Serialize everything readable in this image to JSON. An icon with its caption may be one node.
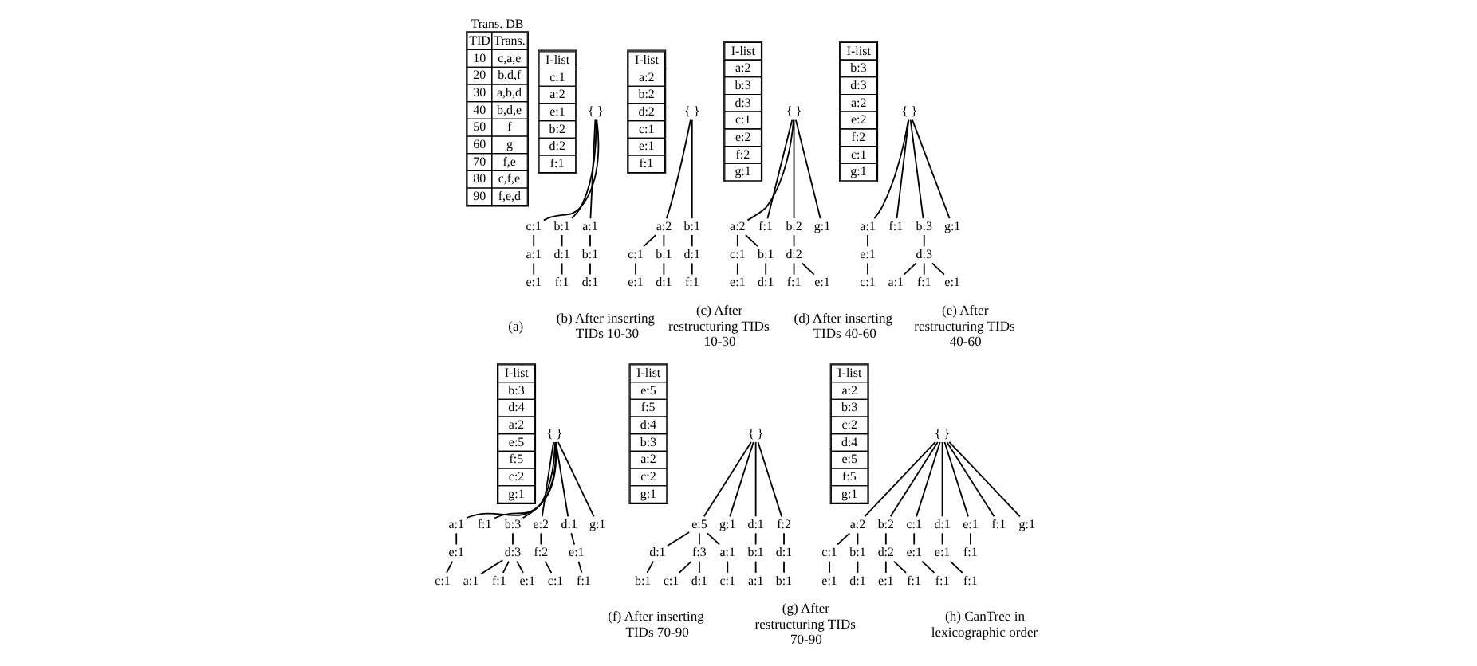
{
  "diagram": {
    "nodes": [
      {
        "text": [
          "{ }"
        ]
      },
      {
        "text": [
          "c:1"
        ]
      },
      {
        "text": [
          "b:1"
        ]
      },
      {
        "text": [
          "a:1"
        ]
      },
      {
        "text": [
          "a:1"
        ]
      },
      {
        "text": [
          "d:1"
        ]
      },
      {
        "text": [
          "b:1"
        ]
      },
      {
        "text": [
          "e:1"
        ]
      },
      {
        "text": [
          "f:1"
        ]
      },
      {
        "text": [
          "d:1"
        ]
      },
      {
        "text": [
          "{ }"
        ]
      },
      {
        "text": [
          "a:2"
        ]
      },
      {
        "text": [
          "b:1"
        ]
      },
      {
        "text": [
          "c:1"
        ]
      },
      {
        "text": [
          "b:1"
        ]
      },
      {
        "text": [
          "d:1"
        ]
      },
      {
        "text": [
          "e:1"
        ]
      },
      {
        "text": [
          "d:1"
        ]
      },
      {
        "text": [
          "f:1"
        ]
      },
      {
        "text": [
          "{ }"
        ]
      },
      {
        "text": [
          "a:2"
        ]
      },
      {
        "text": [
          "f:1"
        ]
      },
      {
        "text": [
          "b:2"
        ]
      },
      {
        "text": [
          "g:1"
        ]
      },
      {
        "text": [
          "c:1"
        ]
      },
      {
        "text": [
          "b:1"
        ]
      },
      {
        "text": [
          "d:2"
        ]
      },
      {
        "text": [
          "e:1"
        ]
      },
      {
        "text": [
          "d:1"
        ]
      },
      {
        "text": [
          "f:1"
        ]
      },
      {
        "text": [
          "e:1"
        ]
      },
      {
        "text": [
          "{ }"
        ]
      },
      {
        "text": [
          "a:1"
        ]
      },
      {
        "text": [
          "f:1"
        ]
      },
      {
        "text": [
          "b:3"
        ]
      },
      {
        "text": [
          "g:1"
        ]
      },
      {
        "text": [
          "e:1"
        ]
      },
      {
        "text": [
          "d:3"
        ]
      },
      {
        "text": [
          "c:1"
        ]
      },
      {
        "text": [
          "a:1"
        ]
      },
      {
        "text": [
          "f:1"
        ]
      },
      {
        "text": [
          "e:1"
        ]
      },
      {
        "text": [
          "{ }"
        ]
      },
      {
        "text": [
          "a:1"
        ]
      },
      {
        "text": [
          "f:1"
        ]
      },
      {
        "text": [
          "b:3"
        ]
      },
      {
        "text": [
          "e:2"
        ]
      },
      {
        "text": [
          "d:1"
        ]
      },
      {
        "text": [
          "g:1"
        ]
      },
      {
        "text": [
          "e:1"
        ]
      },
      {
        "text": [
          "d:3"
        ]
      },
      {
        "text": [
          "f:2"
        ]
      },
      {
        "text": [
          "e:1"
        ]
      },
      {
        "text": [
          "c:1"
        ]
      },
      {
        "text": [
          "a:1"
        ]
      },
      {
        "text": [
          "f:1"
        ]
      },
      {
        "text": [
          "e:1"
        ]
      },
      {
        "text": [
          "c:1"
        ]
      },
      {
        "text": [
          "f:1"
        ]
      },
      {
        "text": [
          "{ }"
        ]
      },
      {
        "text": [
          "e:5"
        ]
      },
      {
        "text": [
          "g:1"
        ]
      },
      {
        "text": [
          "d:1"
        ]
      },
      {
        "text": [
          "f:2"
        ]
      },
      {
        "text": [
          "d:1"
        ]
      },
      {
        "text": [
          "f:3"
        ]
      },
      {
        "text": [
          "a:1"
        ]
      },
      {
        "text": [
          "b:1"
        ]
      },
      {
        "text": [
          "d:1"
        ]
      },
      {
        "text": [
          "b:1"
        ]
      },
      {
        "text": [
          "c:1"
        ]
      },
      {
        "text": [
          "d:1"
        ]
      },
      {
        "text": [
          "c:1"
        ]
      },
      {
        "text": [
          "a:1"
        ]
      },
      {
        "text": [
          "b:1"
        ]
      },
      {
        "text": [
          "{ }"
        ]
      },
      {
        "text": [
          "a:2"
        ]
      },
      {
        "text": [
          "b:2"
        ]
      },
      {
        "text": [
          "c:1"
        ]
      },
      {
        "text": [
          "d:1"
        ]
      },
      {
        "text": [
          "e:1"
        ]
      },
      {
        "text": [
          "f:1"
        ]
      },
      {
        "text": [
          "g:1"
        ]
      },
      {
        "text": [
          "c:1"
        ]
      },
      {
        "text": [
          "b:1"
        ]
      },
      {
        "text": [
          "d:2"
        ]
      },
      {
        "text": [
          "e:1"
        ]
      },
      {
        "text": [
          "e:1"
        ]
      },
      {
        "text": [
          "f:1"
        ]
      },
      {
        "text": [
          "e:1"
        ]
      },
      {
        "text": [
          "d:1"
        ]
      },
      {
        "text": [
          "e:1"
        ]
      },
      {
        "text": [
          "f:1"
        ]
      },
      {
        "text": [
          "f:1"
        ]
      },
      {
        "text": [
          "f:1"
        ]
      }
    ],
    "edges": [
      {
        "from": 0,
        "to": 1,
        "arrow": "none"
      },
      {
        "from": 0,
        "to": 2,
        "arrow": "none"
      },
      {
        "from": 0,
        "to": 3,
        "arrow": "none"
      },
      {
        "from": 1,
        "to": 4,
        "arrow": "none"
      },
      {
        "from": 2,
        "to": 5,
        "arrow": "none"
      },
      {
        "from": 3,
        "to": 6,
        "arrow": "none"
      },
      {
        "from": 4,
        "to": 7,
        "arrow": "none"
      },
      {
        "from": 5,
        "to": 8,
        "arrow": "none"
      },
      {
        "from": 6,
        "to": 9,
        "arrow": "none"
      },
      {
        "from": 10,
        "to": 11,
        "arrow": "none"
      },
      {
        "from": 10,
        "to": 12,
        "arrow": "none"
      },
      {
        "from": 11,
        "to": 13,
        "arrow": "none"
      },
      {
        "from": 11,
        "to": 14,
        "arrow": "none"
      },
      {
        "from": 12,
        "to": 15,
        "arrow": "none"
      },
      {
        "from": 13,
        "to": 16,
        "arrow": "none"
      },
      {
        "from": 14,
        "to": 17,
        "arrow": "none"
      },
      {
        "from": 15,
        "to": 18,
        "arrow": "none"
      },
      {
        "from": 19,
        "to": 20,
        "arrow": "none"
      },
      {
        "from": 19,
        "to": 21,
        "arrow": "none"
      },
      {
        "from": 19,
        "to": 22,
        "arrow": "none"
      },
      {
        "from": 19,
        "to": 23,
        "arrow": "none"
      },
      {
        "from": 20,
        "to": 24,
        "arrow": "none"
      },
      {
        "from": 20,
        "to": 25,
        "arrow": "none"
      },
      {
        "from": 22,
        "to": 26,
        "arrow": "none"
      },
      {
        "from": 24,
        "to": 27,
        "arrow": "none"
      },
      {
        "from": 25,
        "to": 28,
        "arrow": "none"
      },
      {
        "from": 26,
        "to": 29,
        "arrow": "none"
      },
      {
        "from": 26,
        "to": 30,
        "arrow": "none"
      },
      {
        "from": 31,
        "to": 32,
        "arrow": "none"
      },
      {
        "from": 31,
        "to": 33,
        "arrow": "none"
      },
      {
        "from": 31,
        "to": 34,
        "arrow": "none"
      },
      {
        "from": 31,
        "to": 35,
        "arrow": "none"
      },
      {
        "from": 32,
        "to": 36,
        "arrow": "none"
      },
      {
        "from": 34,
        "to": 37,
        "arrow": "none"
      },
      {
        "from": 36,
        "to": 38,
        "arrow": "none"
      },
      {
        "from": 37,
        "to": 39,
        "arrow": "none"
      },
      {
        "from": 37,
        "to": 40,
        "arrow": "none"
      },
      {
        "from": 37,
        "to": 41,
        "arrow": "none"
      },
      {
        "from": 42,
        "to": 43,
        "arrow": "none"
      },
      {
        "from": 42,
        "to": 44,
        "arrow": "none"
      },
      {
        "from": 42,
        "to": 45,
        "arrow": "none"
      },
      {
        "from": 42,
        "to": 46,
        "arrow": "none"
      },
      {
        "from": 42,
        "to": 47,
        "arrow": "none"
      },
      {
        "from": 42,
        "to": 48,
        "arrow": "none"
      },
      {
        "from": 43,
        "to": 49,
        "arrow": "none"
      },
      {
        "from": 45,
        "to": 50,
        "arrow": "none"
      },
      {
        "from": 46,
        "to": 51,
        "arrow": "none"
      },
      {
        "from": 47,
        "to": 52,
        "arrow": "none"
      },
      {
        "from": 49,
        "to": 53,
        "arrow": "none"
      },
      {
        "from": 50,
        "to": 54,
        "arrow": "none"
      },
      {
        "from": 50,
        "to": 55,
        "arrow": "none"
      },
      {
        "from": 50,
        "to": 56,
        "arrow": "none"
      },
      {
        "from": 51,
        "to": 57,
        "arrow": "none"
      },
      {
        "from": 52,
        "to": 58,
        "arrow": "none"
      },
      {
        "from": 59,
        "to": 60,
        "arrow": "none"
      },
      {
        "from": 59,
        "to": 61,
        "arrow": "none"
      },
      {
        "from": 59,
        "to": 62,
        "arrow": "none"
      },
      {
        "from": 59,
        "to": 63,
        "arrow": "none"
      },
      {
        "from": 60,
        "to": 64,
        "arrow": "none"
      },
      {
        "from": 60,
        "to": 65,
        "arrow": "none"
      },
      {
        "from": 60,
        "to": 66,
        "arrow": "none"
      },
      {
        "from": 62,
        "to": 67,
        "arrow": "none"
      },
      {
        "from": 63,
        "to": 68,
        "arrow": "none"
      },
      {
        "from": 64,
        "to": 69,
        "arrow": "none"
      },
      {
        "from": 65,
        "to": 70,
        "arrow": "none"
      },
      {
        "from": 65,
        "to": 71,
        "arrow": "none"
      },
      {
        "from": 66,
        "to": 72,
        "arrow": "none"
      },
      {
        "from": 67,
        "to": 73,
        "arrow": "none"
      },
      {
        "from": 68,
        "to": 74,
        "arrow": "none"
      },
      {
        "from": 75,
        "to": 76,
        "arrow": "none"
      },
      {
        "from": 75,
        "to": 77,
        "arrow": "none"
      },
      {
        "from": 75,
        "to": 78,
        "arrow": "none"
      },
      {
        "from": 75,
        "to": 79,
        "arrow": "none"
      },
      {
        "from": 75,
        "to": 80,
        "arrow": "none"
      },
      {
        "from": 75,
        "to": 81,
        "arrow": "none"
      },
      {
        "from": 75,
        "to": 82,
        "arrow": "none"
      },
      {
        "from": 76,
        "to": 83,
        "arrow": "none"
      },
      {
        "from": 76,
        "to": 84,
        "arrow": "none"
      },
      {
        "from": 77,
        "to": 85,
        "arrow": "none"
      },
      {
        "from": 78,
        "to": 86,
        "arrow": "none"
      },
      {
        "from": 79,
        "to": 87,
        "arrow": "none"
      },
      {
        "from": 80,
        "to": 88,
        "arrow": "none"
      },
      {
        "from": 83,
        "to": 89,
        "arrow": "none"
      },
      {
        "from": 84,
        "to": 90,
        "arrow": "none"
      },
      {
        "from": 85,
        "to": 91,
        "arrow": "none"
      },
      {
        "from": 85,
        "to": 92,
        "arrow": "none"
      },
      {
        "from": 86,
        "to": 93,
        "arrow": "none"
      },
      {
        "from": 87,
        "to": 94,
        "arrow": "none"
      }
    ],
    "labels": [
      "Trans. DB",
      "TID",
      "Trans.",
      "10",
      "c,a,e",
      "20",
      "b,d,f",
      "30",
      "a,b,d",
      "40",
      "b,d,e",
      "50",
      "f",
      "60",
      "g",
      "70",
      "f,e",
      "80",
      "c,f,e",
      "90",
      "f,e,d",
      "(a)",
      "I-list",
      "c:1",
      "a:2",
      "e:1",
      "b:2",
      "d:2",
      "f:1",
      "(b) After inserting TIDs 10-30",
      "I-list",
      "a:2",
      "b:2",
      "d:2",
      "c:1",
      "e:1",
      "f:1",
      "(c) After restructuring TIDs 10-30",
      "I-list",
      "a:2",
      "b:3",
      "d:3",
      "c:1",
      "e:2",
      "f:2",
      "g:1",
      "(d) After inserting TIDs 40-60",
      "I-list",
      "b:3",
      "d:3",
      "a:2",
      "e:2",
      "f:2",
      "c:1",
      "g:1",
      "(e) After restructuring TIDs 40-60",
      "I-list",
      "b:3",
      "d:4",
      "a:2",
      "e:5",
      "f:5",
      "c:2",
      "g:1",
      "(f) After inserting TIDs 70-90",
      "I-list",
      "e:5",
      "f:5",
      "d:4",
      "b:3",
      "a:2",
      "c:2",
      "g:1",
      "(g) After restructuring TIDs 70-90",
      "I-list",
      "a:2",
      "b:3",
      "c:2",
      "d:4",
      "e:5",
      "f:5",
      "g:1",
      "(h) CanTree in lexicographic order"
    ]
  }
}
